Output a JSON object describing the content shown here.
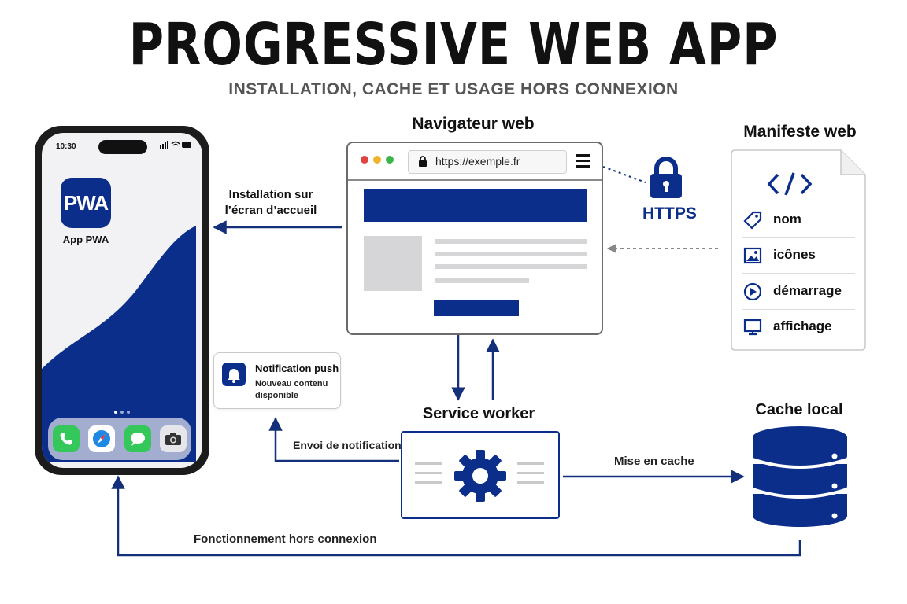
{
  "header": {
    "title": "PROGRESSIVE WEB APP",
    "subtitle": "INSTALLATION, CACHE ET USAGE HORS CONNEXION"
  },
  "phone": {
    "time": "10:30",
    "app_icon_text": "PWA",
    "app_label": "App PWA",
    "dock_icons": [
      "phone-icon",
      "compass-icon",
      "messages-icon",
      "camera-icon"
    ]
  },
  "browser": {
    "label": "Navigateur web",
    "url": "https://exemple.fr"
  },
  "https": {
    "label": "HTTPS"
  },
  "manifest": {
    "label": "Manifeste web",
    "items": [
      {
        "label": "nom",
        "icon": "tag-icon"
      },
      {
        "label": "icônes",
        "icon": "image-icon"
      },
      {
        "label": "démarrage",
        "icon": "play-circle-icon"
      },
      {
        "label": "affichage",
        "icon": "monitor-icon"
      }
    ]
  },
  "notification": {
    "title": "Notification push",
    "body": "Nouveau contenu disponible"
  },
  "service_worker": {
    "label": "Service worker"
  },
  "cache": {
    "label": "Cache local"
  },
  "flows": {
    "install": "Installation sur l’écran d’accueil",
    "notify": "Envoi de notification",
    "caching": "Mise en cache",
    "offline": "Fonctionnement hors connexion"
  },
  "colors": {
    "brand_blue": "#0b2e8a",
    "arrow_blue": "#14307a"
  }
}
